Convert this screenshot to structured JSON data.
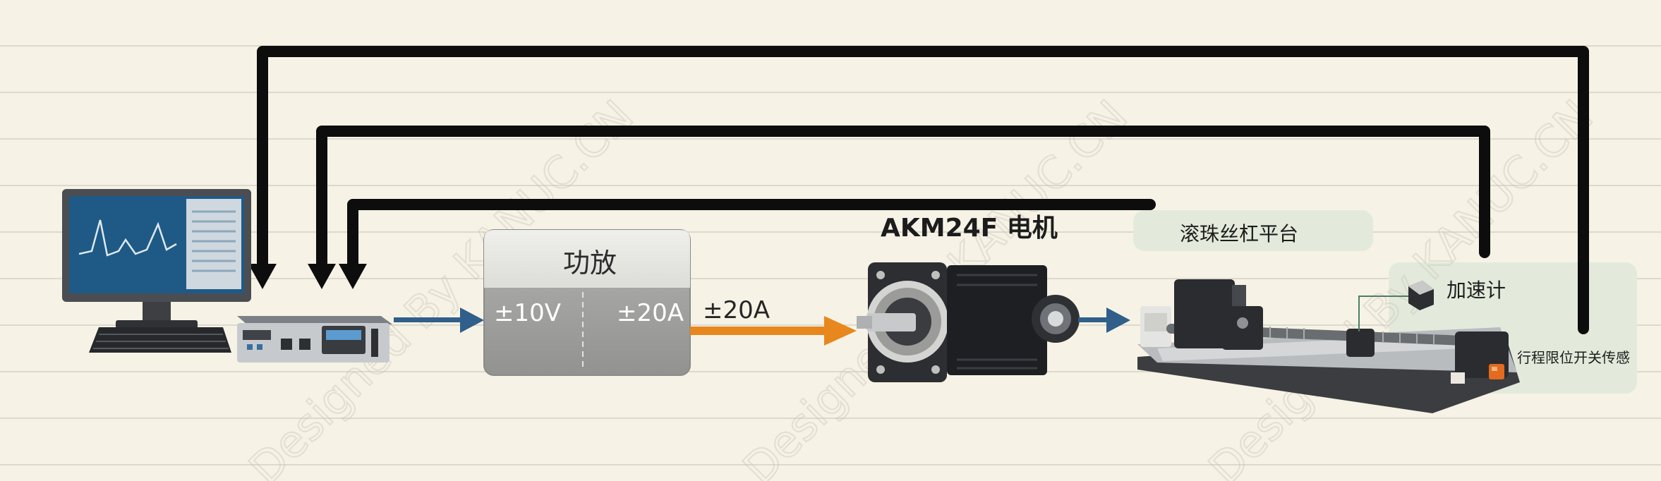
{
  "amplifier": {
    "title": "功放",
    "input_label": "±10V",
    "output_label": "±20A"
  },
  "signal_current": "±20A",
  "motor": {
    "label": "AKM24F 电机"
  },
  "ballscrew": {
    "label": "滚珠丝杠平台"
  },
  "accelerometer": {
    "label": "加速计"
  },
  "limit_switch": {
    "label": "行程限位开关传感"
  },
  "watermark": {
    "text": "Designed By KANUC.CN"
  },
  "colors": {
    "feedback_line": "#0d0d0d",
    "arrow_blue": "#2f5f8a",
    "arrow_orange": "#e8871e",
    "amp_top": "#e6e6e3",
    "amp_bottom": "#9d9e9c",
    "monitor_screen": "#1f5a86",
    "panel_green": "#e3eadb"
  },
  "icons": [
    "computer-monitor-icon",
    "keyboard-icon",
    "controller-box-icon",
    "servo-motor-icon",
    "ballscrew-stage-icon",
    "accelerometer-icon",
    "limit-switch-icon"
  ]
}
